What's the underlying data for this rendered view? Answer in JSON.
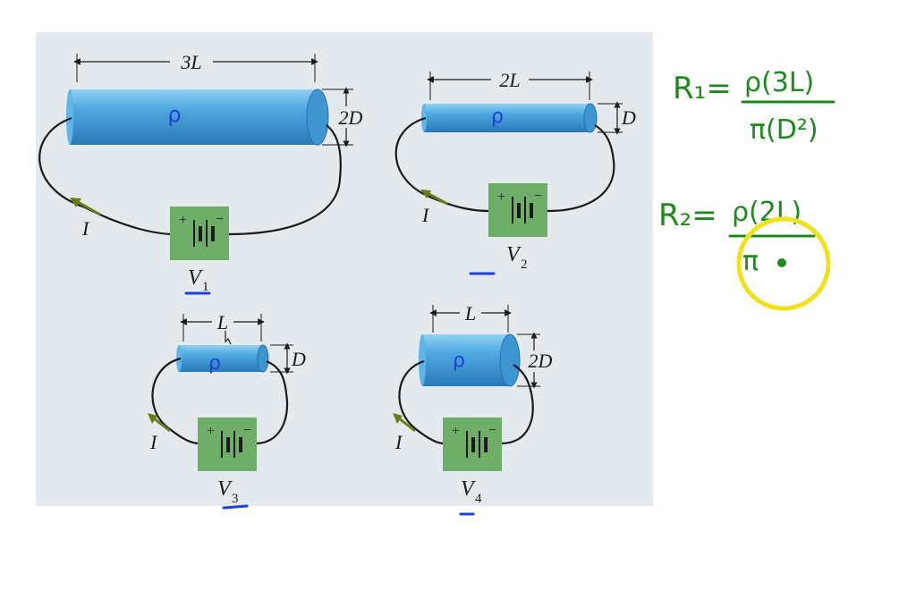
{
  "figure": {
    "circuits": [
      {
        "id": "1",
        "length_label": "3L",
        "diameter_label": "2D",
        "rho": "ρ",
        "current": "I",
        "voltage": "V",
        "voltage_sub": "1",
        "plus": "+",
        "minus": "−"
      },
      {
        "id": "2",
        "length_label": "2L",
        "diameter_label": "D",
        "rho": "ρ",
        "current": "I",
        "voltage": "V",
        "voltage_sub": "2",
        "plus": "+",
        "minus": "−"
      },
      {
        "id": "3",
        "length_label": "L",
        "diameter_label": "D",
        "rho": "ρ",
        "current": "I",
        "voltage": "V",
        "voltage_sub": "3",
        "plus": "+",
        "minus": "−"
      },
      {
        "id": "4",
        "length_label": "L",
        "diameter_label": "2D",
        "rho": "ρ",
        "current": "I",
        "voltage": "V",
        "voltage_sub": "4",
        "plus": "+",
        "minus": "−"
      }
    ]
  },
  "notes": {
    "r1_lhs": "R₁=",
    "r1_num": "ρ(3L)",
    "r1_den": "π(D²)",
    "r2_lhs": "R₂=",
    "r2_num": "ρ(2L)",
    "r2_den": "π"
  },
  "colors": {
    "ink_green": "#1e8a1e",
    "ink_blue": "#1f3fd6",
    "highlight_yellow": "#f0e21a",
    "cylinder_blue": "#4aa3dc",
    "battery_green": "#6fae68"
  }
}
